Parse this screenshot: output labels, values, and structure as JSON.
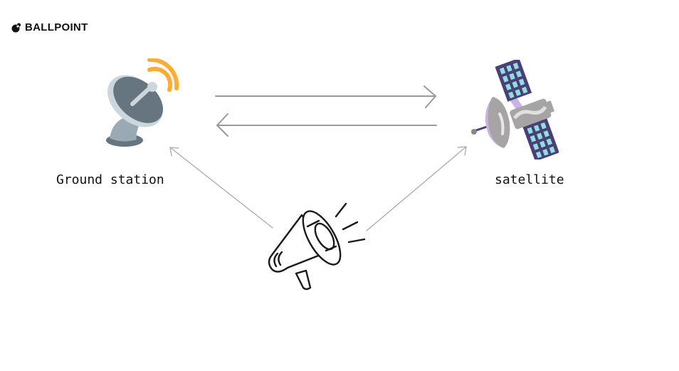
{
  "brand": {
    "name": "BALLPOINT"
  },
  "nodes": {
    "ground_station": {
      "label": "Ground station",
      "icon": "satellite-dish-icon"
    },
    "satellite": {
      "label": "satellite",
      "icon": "satellite-icon"
    },
    "broadcaster": {
      "icon": "megaphone-icon"
    }
  },
  "colors": {
    "arrow": "#999999",
    "dish": "#66757f",
    "signal": "#ffac33",
    "panel": "#4b3f7a"
  }
}
